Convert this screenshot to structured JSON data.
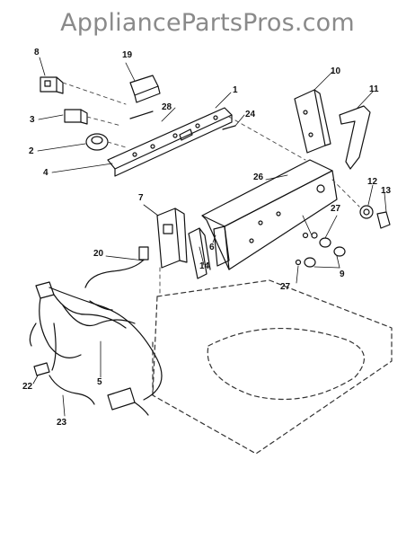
{
  "watermark": "AppliancePartsPros.com",
  "callouts": [
    "1",
    "2",
    "3",
    "4",
    "5",
    "6",
    "7",
    "8",
    "9",
    "10",
    "11",
    "12",
    "13",
    "14",
    "19",
    "20",
    "22",
    "23",
    "24",
    "26",
    "27",
    "27",
    "28"
  ]
}
